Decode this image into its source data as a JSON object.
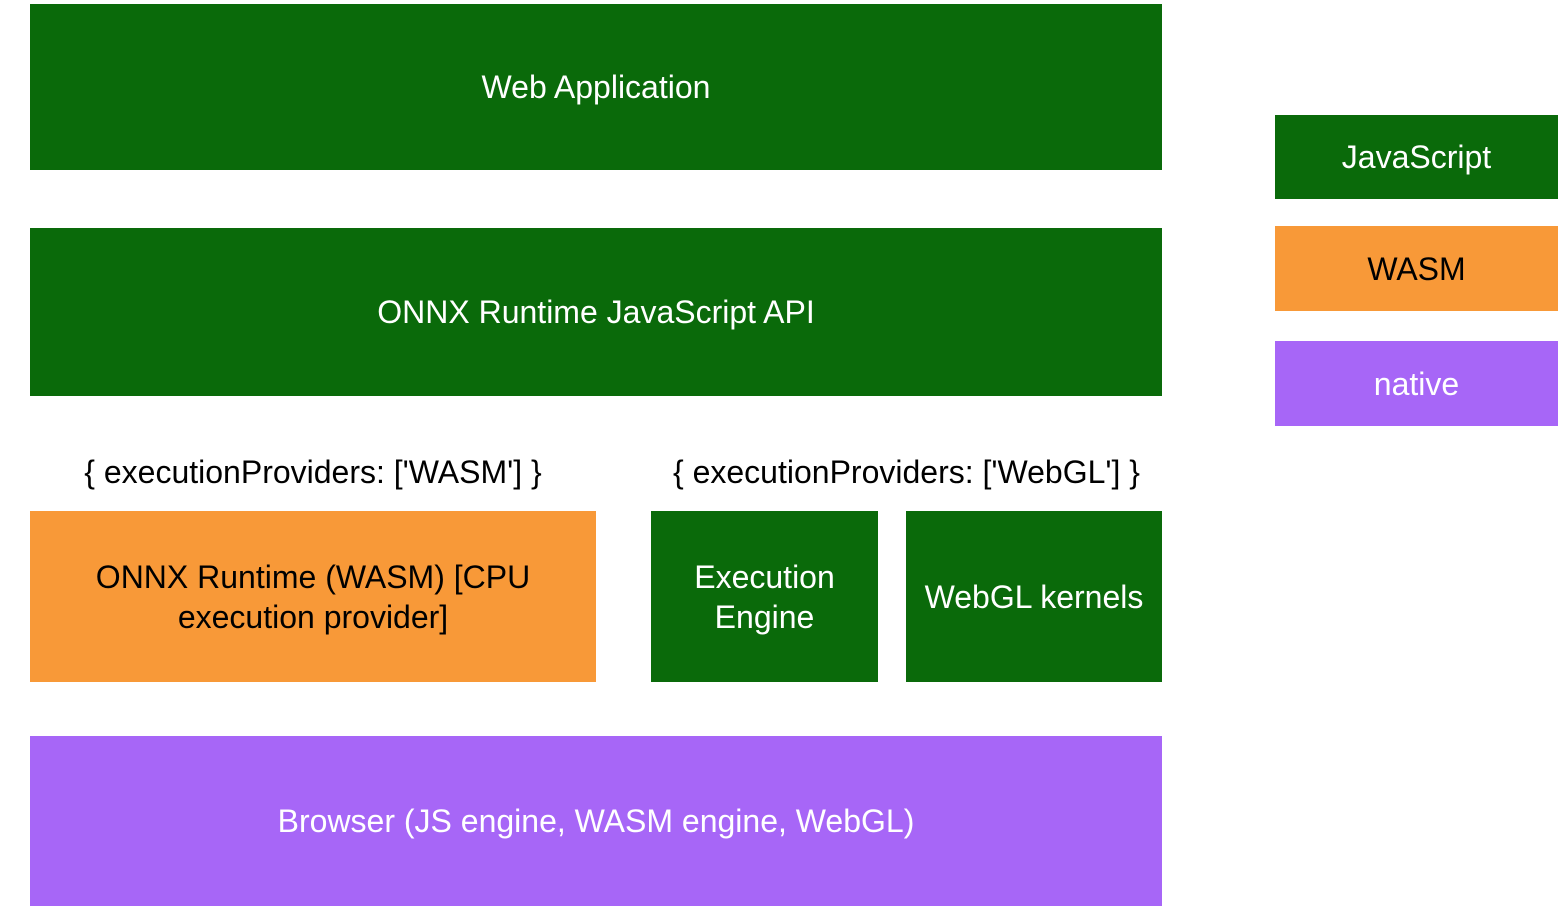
{
  "diagram": {
    "colors": {
      "javascript_green": "#0a6a0a",
      "wasm_orange": "#f89938",
      "native_purple": "#a766f7",
      "text_on_dark": "#ffffff",
      "text_on_light": "#000000",
      "background": "#ffffff"
    },
    "boxes": {
      "web_application": "Web Application",
      "onnx_runtime_js_api": "ONNX Runtime JavaScript API",
      "onnx_runtime_wasm": "ONNX Runtime (WASM) [CPU execution provider]",
      "execution_engine": "Execution Engine",
      "webgl_kernels": "WebGL kernels",
      "browser": "Browser (JS engine, WASM engine, WebGL)"
    },
    "annotations": {
      "wasm_provider": "{ executionProviders: ['WASM'] }",
      "webgl_provider": "{ executionProviders: ['WebGL'] }"
    },
    "legend": [
      {
        "label": "JavaScript",
        "color": "#0a6a0a"
      },
      {
        "label": "WASM",
        "color": "#f89938"
      },
      {
        "label": "native",
        "color": "#a766f7"
      }
    ]
  }
}
